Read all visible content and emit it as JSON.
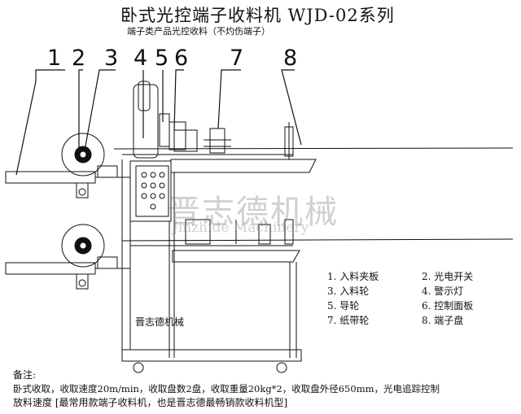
{
  "title": "卧式光控端子收料机 WJD-02系列",
  "subtitle": "端子类产品光控收料（不灼伤端子）",
  "part_numbers": [
    "1",
    "2",
    "3",
    "4",
    "5",
    "6",
    "7",
    "8"
  ],
  "legend": [
    "1. 入料夹板",
    "2. 光电开关",
    "3. 入料轮",
    "4. 警示灯",
    "5. 导轮",
    "6. 控制面板",
    "7. 纸带轮",
    "8. 端子盘"
  ],
  "body_label": "晋志德机械",
  "watermark": {
    "cn": "晋志德机械",
    "en": "Jinzhide Machinery"
  },
  "notes": {
    "heading": "备注:",
    "line1": "卧式收取，收取速度20m/min，收取盘数2盘，收取重量20kg*2，收取盘外径650mm，光电追踪控制",
    "line2": "放料速度 [最常用款端子收料机，也是晋志德最畅销款收料机型]"
  }
}
